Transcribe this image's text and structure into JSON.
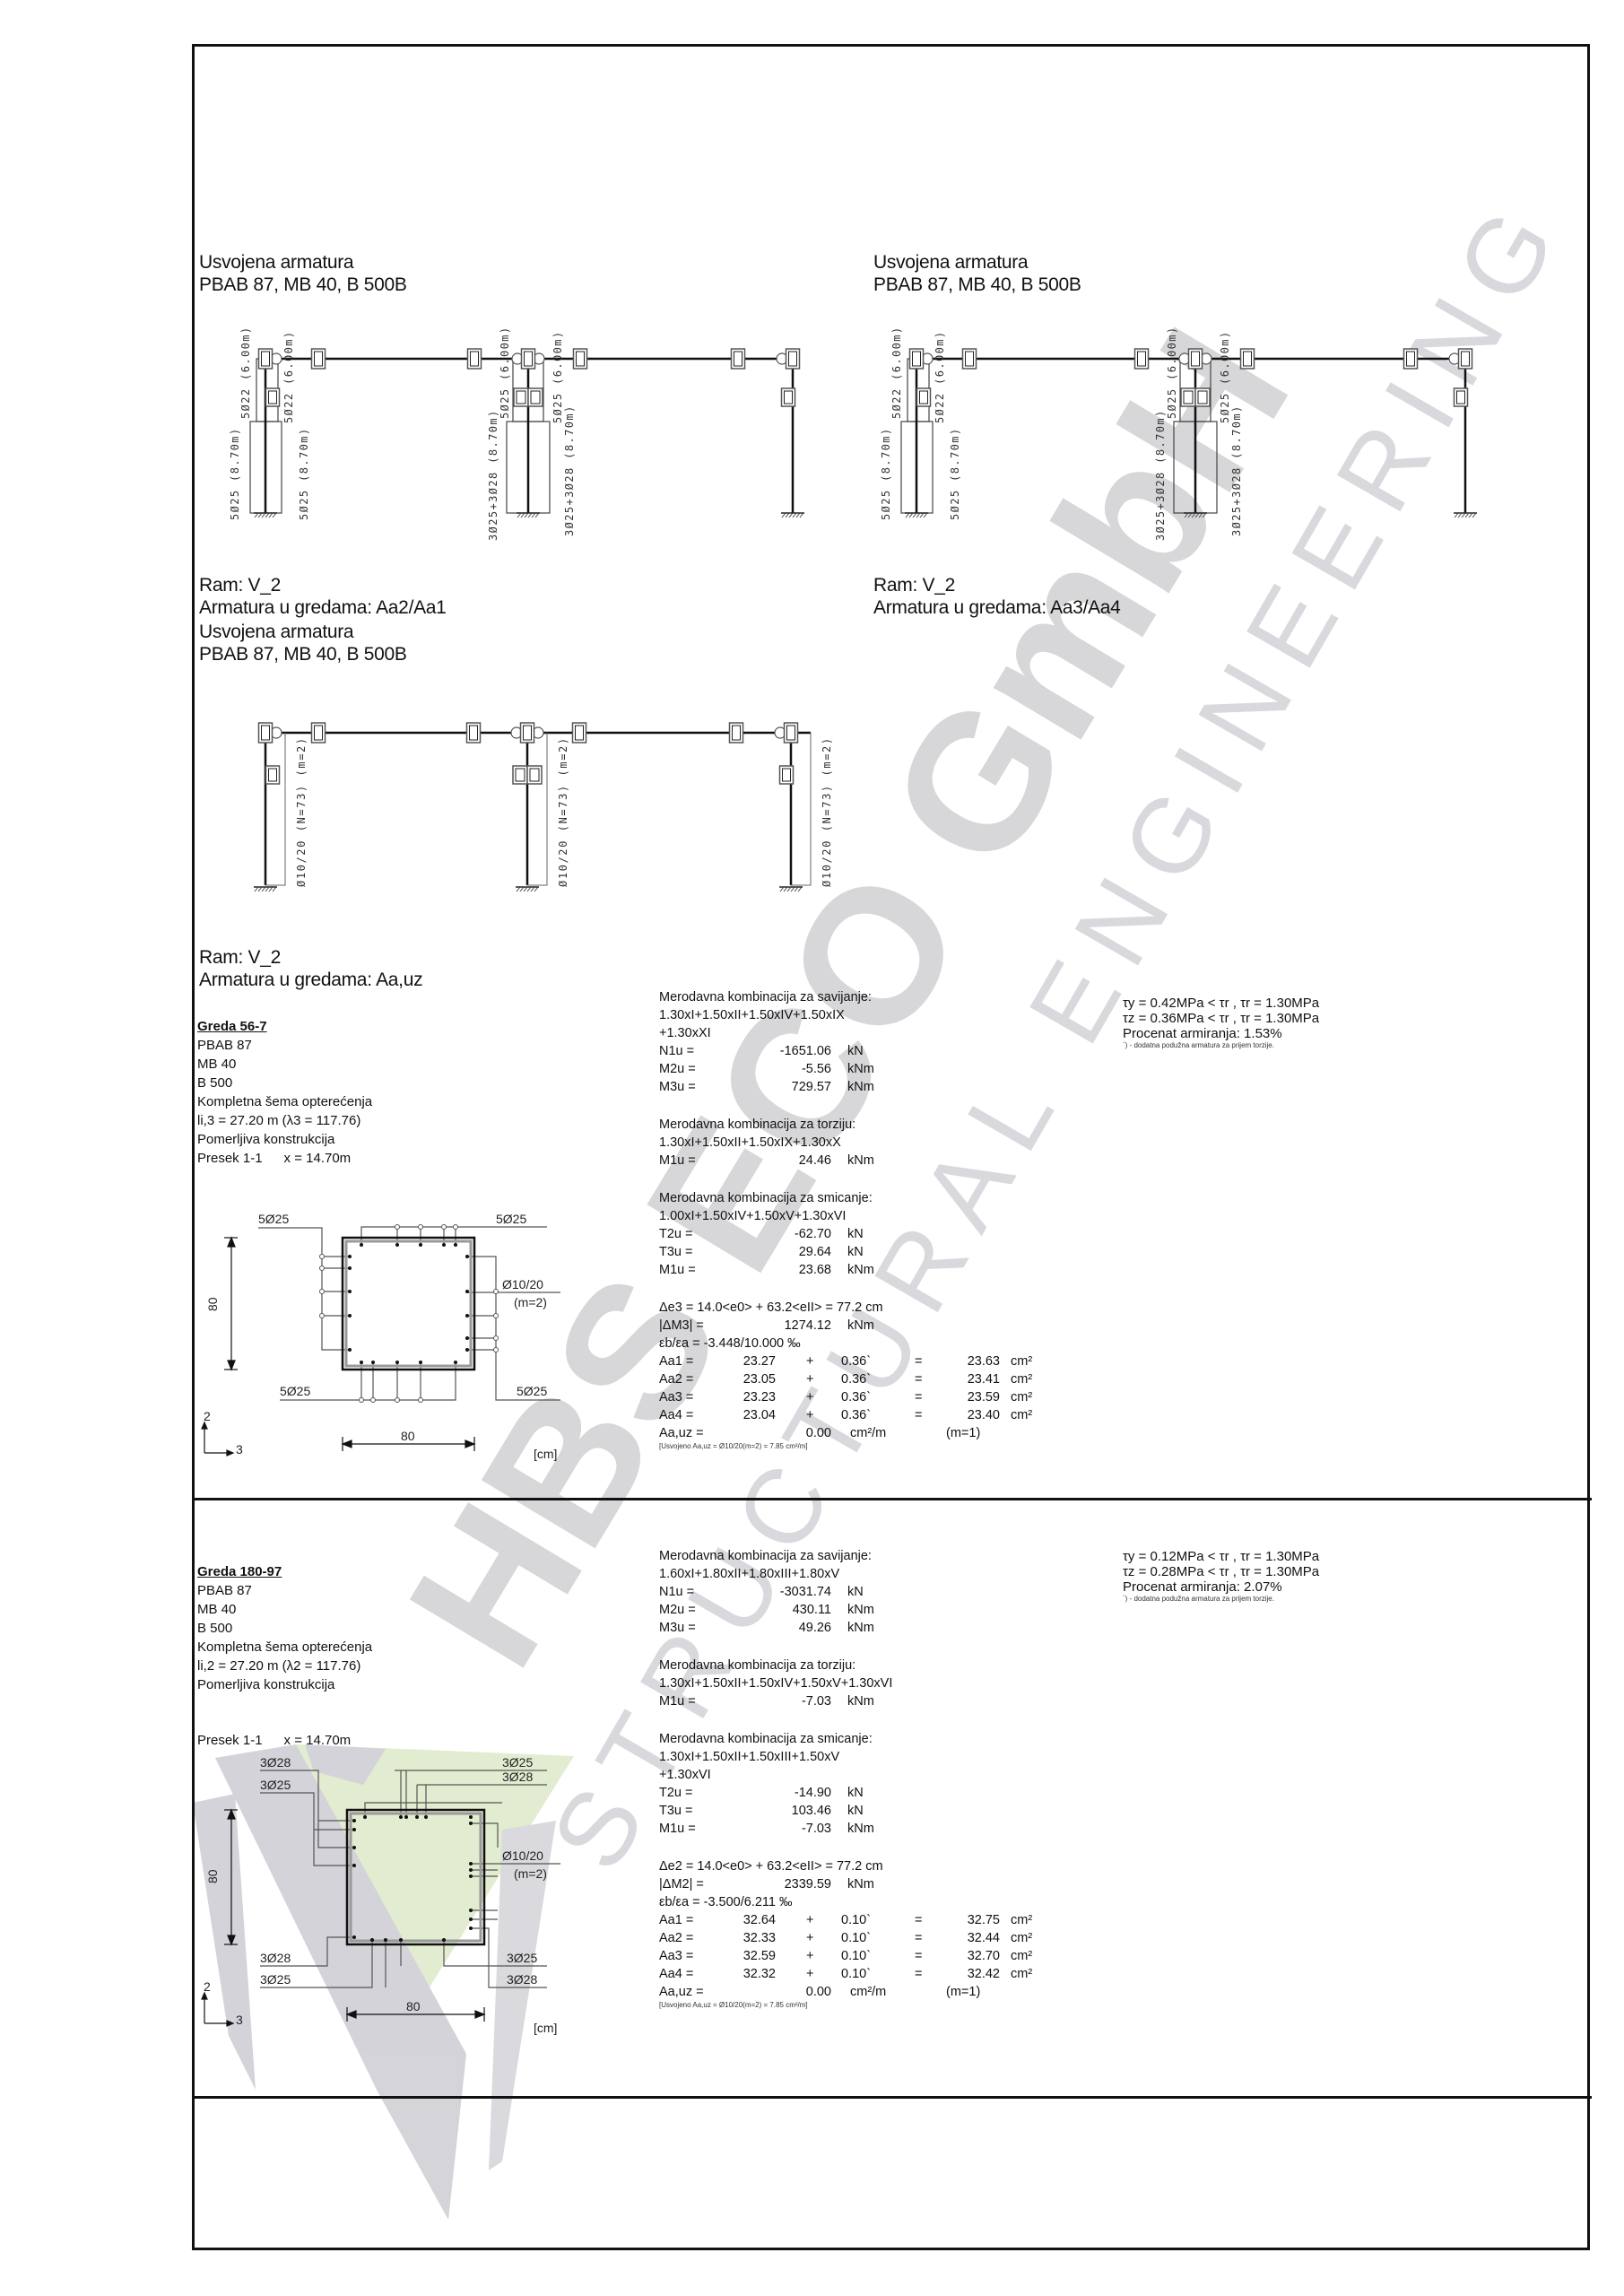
{
  "watermark": {
    "line1": "HBS ECO GmbH",
    "line2": "STRUCTURAL ENGINEERING",
    "text_color": "#c9c9ce",
    "logo_green": "#dfeacb",
    "logo_gray": "#cfcfd5"
  },
  "frames": [
    {
      "title": "Usvojena armatura",
      "subtitle": "PBAB 87, MB 40, B 500B",
      "labels": [
        "5Ø22 (6.00m)",
        "5Ø22 (6.00m)",
        "5Ø25 (8.70m)",
        "5Ø25 (8.70m)",
        "3Ø25+3Ø28 (8.70m)",
        "5Ø25 (6.00m)",
        "5Ø25 (6.00m)",
        "3Ø25+3Ø28 (8.70m)"
      ],
      "caption": [
        "Ram: V_2",
        "Armatura u gredama: Aa2/Aa1"
      ]
    },
    {
      "title": "Usvojena armatura",
      "subtitle": "PBAB 87, MB 40, B 500B",
      "labels": [
        "5Ø22 (6.00m)",
        "5Ø22 (6.00m)",
        "5Ø25 (8.70m)",
        "5Ø25 (8.70m)",
        "3Ø25+3Ø28 (8.70m)",
        "5Ø25 (6.00m)",
        "5Ø25 (6.00m)",
        "3Ø25+3Ø28 (8.70m)"
      ],
      "caption": [
        "Ram: V_2",
        "Armatura u gredama: Aa3/Aa4"
      ]
    },
    {
      "title": "Usvojena armatura",
      "subtitle": "PBAB 87, MB 40, B 500B",
      "labels": [
        "Ø10/20 (N=73) (m=2)",
        "Ø10/20 (N=73) (m=2)",
        "Ø10/20 (N=73) (m=2)"
      ],
      "caption": [
        "Ram: V_2",
        "Armatura u gredama: Aa,uz"
      ]
    }
  ],
  "sections": [
    {
      "title": "Greda 56-7",
      "props": [
        "PBAB 87",
        "MB 40",
        "B 500",
        "Kompletna šema opterećenja",
        "li,3 = 27.20 m (λ3 = 117.76)",
        "Pomerljiva konstrukcija"
      ],
      "presek": "Presek 1-1",
      "presek_x": "x = 14.70m",
      "drawing": {
        "tl": "5Ø25",
        "tr": "5Ø25",
        "bl": "5Ø25",
        "br": "5Ø25",
        "stirrup": "Ø10/20",
        "stirrup_m": "(m=2)",
        "dim_v": "80",
        "dim_h": "80",
        "axis_2": "2",
        "axis_3": "3",
        "unit": "[cm]"
      },
      "calc": [
        {
          "t": "text",
          "v": "Merodavna kombinacija za savijanje:"
        },
        {
          "t": "text",
          "v": "1.30xI+1.50xII+1.50xIV+1.50xIX"
        },
        {
          "t": "text",
          "v": "+1.30xXI"
        },
        {
          "t": "val",
          "label": "N1u =",
          "value": "-1651.06",
          "unit": "kN"
        },
        {
          "t": "val",
          "label": "M2u =",
          "value": "-5.56",
          "unit": "kNm"
        },
        {
          "t": "val",
          "label": "M3u =",
          "value": "729.57",
          "unit": "kNm"
        },
        {
          "t": "blank"
        },
        {
          "t": "text",
          "v": "Merodavna kombinacija za torziju:"
        },
        {
          "t": "text",
          "v": "1.30xI+1.50xII+1.50xIX+1.30xX"
        },
        {
          "t": "val",
          "label": "M1u =",
          "value": "24.46",
          "unit": "kNm"
        },
        {
          "t": "blank"
        },
        {
          "t": "text",
          "v": "Merodavna kombinacija za smicanje:"
        },
        {
          "t": "text",
          "v": "1.00xI+1.50xIV+1.50xV+1.30xVI"
        },
        {
          "t": "val",
          "label": "T2u =",
          "value": "-62.70",
          "unit": "kN"
        },
        {
          "t": "val",
          "label": "T3u =",
          "value": "29.64",
          "unit": "kN"
        },
        {
          "t": "val",
          "label": "M1u =",
          "value": "23.68",
          "unit": "kNm"
        },
        {
          "t": "blank"
        },
        {
          "t": "text",
          "v": "Δe3 = 14.0<e0> + 63.2<eII> = 77.2 cm"
        },
        {
          "t": "val",
          "label": "|ΔM3| =",
          "value": "1274.12",
          "unit": "kNm"
        },
        {
          "t": "text",
          "v": "εb/εa = -3.448/10.000 ‰"
        },
        {
          "t": "aa",
          "label": "Aa1 =",
          "a": "23.27",
          "plus": "+",
          "b": "0.36`",
          "eq": "=",
          "total": "23.63",
          "unit": "cm²"
        },
        {
          "t": "aa",
          "label": "Aa2 =",
          "a": "23.05",
          "plus": "+",
          "b": "0.36`",
          "eq": "=",
          "total": "23.41",
          "unit": "cm²"
        },
        {
          "t": "aa",
          "label": "Aa3 =",
          "a": "23.23",
          "plus": "+",
          "b": "0.36`",
          "eq": "=",
          "total": "23.59",
          "unit": "cm²"
        },
        {
          "t": "aa",
          "label": "Aa4 =",
          "a": "23.04",
          "plus": "+",
          "b": "0.36`",
          "eq": "=",
          "total": "23.40",
          "unit": "cm²"
        },
        {
          "t": "auz",
          "label": "Aa,uz =",
          "value": "0.00",
          "unit": "cm²/m",
          "m": "(m=1)"
        },
        {
          "t": "note",
          "v": "[Usvojeno Aa,uz = Ø10/20(m=2) = 7.85 cm²/m]"
        }
      ],
      "shear": [
        "τy = 0.42MPa < τr , τr = 1.30MPa",
        "τz = 0.36MPa < τr , τr = 1.30MPa",
        "Procenat armiranja: 1.53%"
      ],
      "shear_note": "`) - dodatna podužna armatura za prijem torzije."
    },
    {
      "title": "Greda 180-97",
      "props": [
        "PBAB 87",
        "MB 40",
        "B 500",
        "Kompletna šema opterećenja",
        "li,2 = 27.20 m (λ2 = 117.76)",
        "Pomerljiva konstrukcija"
      ],
      "presek": "Presek 1-1",
      "presek_x": "x = 14.70m",
      "drawing": {
        "tl1": "3Ø28",
        "tl2": "3Ø25",
        "tr1": "3Ø25",
        "tr2": "3Ø28",
        "bl1": "3Ø28",
        "bl2": "3Ø25",
        "br1": "3Ø25",
        "br2": "3Ø28",
        "stirrup": "Ø10/20",
        "stirrup_m": "(m=2)",
        "dim_v": "80",
        "dim_h": "80",
        "axis_2": "2",
        "axis_3": "3",
        "unit": "[cm]"
      },
      "calc": [
        {
          "t": "text",
          "v": "Merodavna kombinacija za savijanje:"
        },
        {
          "t": "text",
          "v": "1.60xI+1.80xII+1.80xIII+1.80xV"
        },
        {
          "t": "val",
          "label": "N1u =",
          "value": "-3031.74",
          "unit": "kN"
        },
        {
          "t": "val",
          "label": "M2u =",
          "value": "430.11",
          "unit": "kNm"
        },
        {
          "t": "val",
          "label": "M3u =",
          "value": "49.26",
          "unit": "kNm"
        },
        {
          "t": "blank"
        },
        {
          "t": "text",
          "v": "Merodavna kombinacija za torziju:"
        },
        {
          "t": "text",
          "v": "1.30xI+1.50xII+1.50xIV+1.50xV+1.30xVI"
        },
        {
          "t": "val",
          "label": "M1u =",
          "value": "-7.03",
          "unit": "kNm"
        },
        {
          "t": "blank"
        },
        {
          "t": "text",
          "v": "Merodavna kombinacija za smicanje:"
        },
        {
          "t": "text",
          "v": "1.30xI+1.50xII+1.50xIII+1.50xV"
        },
        {
          "t": "text",
          "v": "+1.30xVI"
        },
        {
          "t": "val",
          "label": "T2u =",
          "value": "-14.90",
          "unit": "kN"
        },
        {
          "t": "val",
          "label": "T3u =",
          "value": "103.46",
          "unit": "kN"
        },
        {
          "t": "val",
          "label": "M1u =",
          "value": "-7.03",
          "unit": "kNm"
        },
        {
          "t": "blank"
        },
        {
          "t": "text",
          "v": "Δe2 = 14.0<e0> + 63.2<eII> = 77.2 cm"
        },
        {
          "t": "val",
          "label": "|ΔM2| =",
          "value": "2339.59",
          "unit": "kNm"
        },
        {
          "t": "text",
          "v": "εb/εa = -3.500/6.211 ‰"
        },
        {
          "t": "aa",
          "label": "Aa1 =",
          "a": "32.64",
          "plus": "+",
          "b": "0.10`",
          "eq": "=",
          "total": "32.75",
          "unit": "cm²"
        },
        {
          "t": "aa",
          "label": "Aa2 =",
          "a": "32.33",
          "plus": "+",
          "b": "0.10`",
          "eq": "=",
          "total": "32.44",
          "unit": "cm²"
        },
        {
          "t": "aa",
          "label": "Aa3 =",
          "a": "32.59",
          "plus": "+",
          "b": "0.10`",
          "eq": "=",
          "total": "32.70",
          "unit": "cm²"
        },
        {
          "t": "aa",
          "label": "Aa4 =",
          "a": "32.32",
          "plus": "+",
          "b": "0.10`",
          "eq": "=",
          "total": "32.42",
          "unit": "cm²"
        },
        {
          "t": "auz",
          "label": "Aa,uz =",
          "value": "0.00",
          "unit": "cm²/m",
          "m": "(m=1)"
        },
        {
          "t": "note",
          "v": "[Usvojeno Aa,uz = Ø10/20(m=2) = 7.85 cm²/m]"
        }
      ],
      "shear": [
        "τy = 0.12MPa < τr , τr = 1.30MPa",
        "τz = 0.28MPa < τr , τr = 1.30MPa",
        "Procenat armiranja: 2.07%"
      ],
      "shear_note": "`) - dodatna podužna armatura za prijem torzije."
    }
  ]
}
